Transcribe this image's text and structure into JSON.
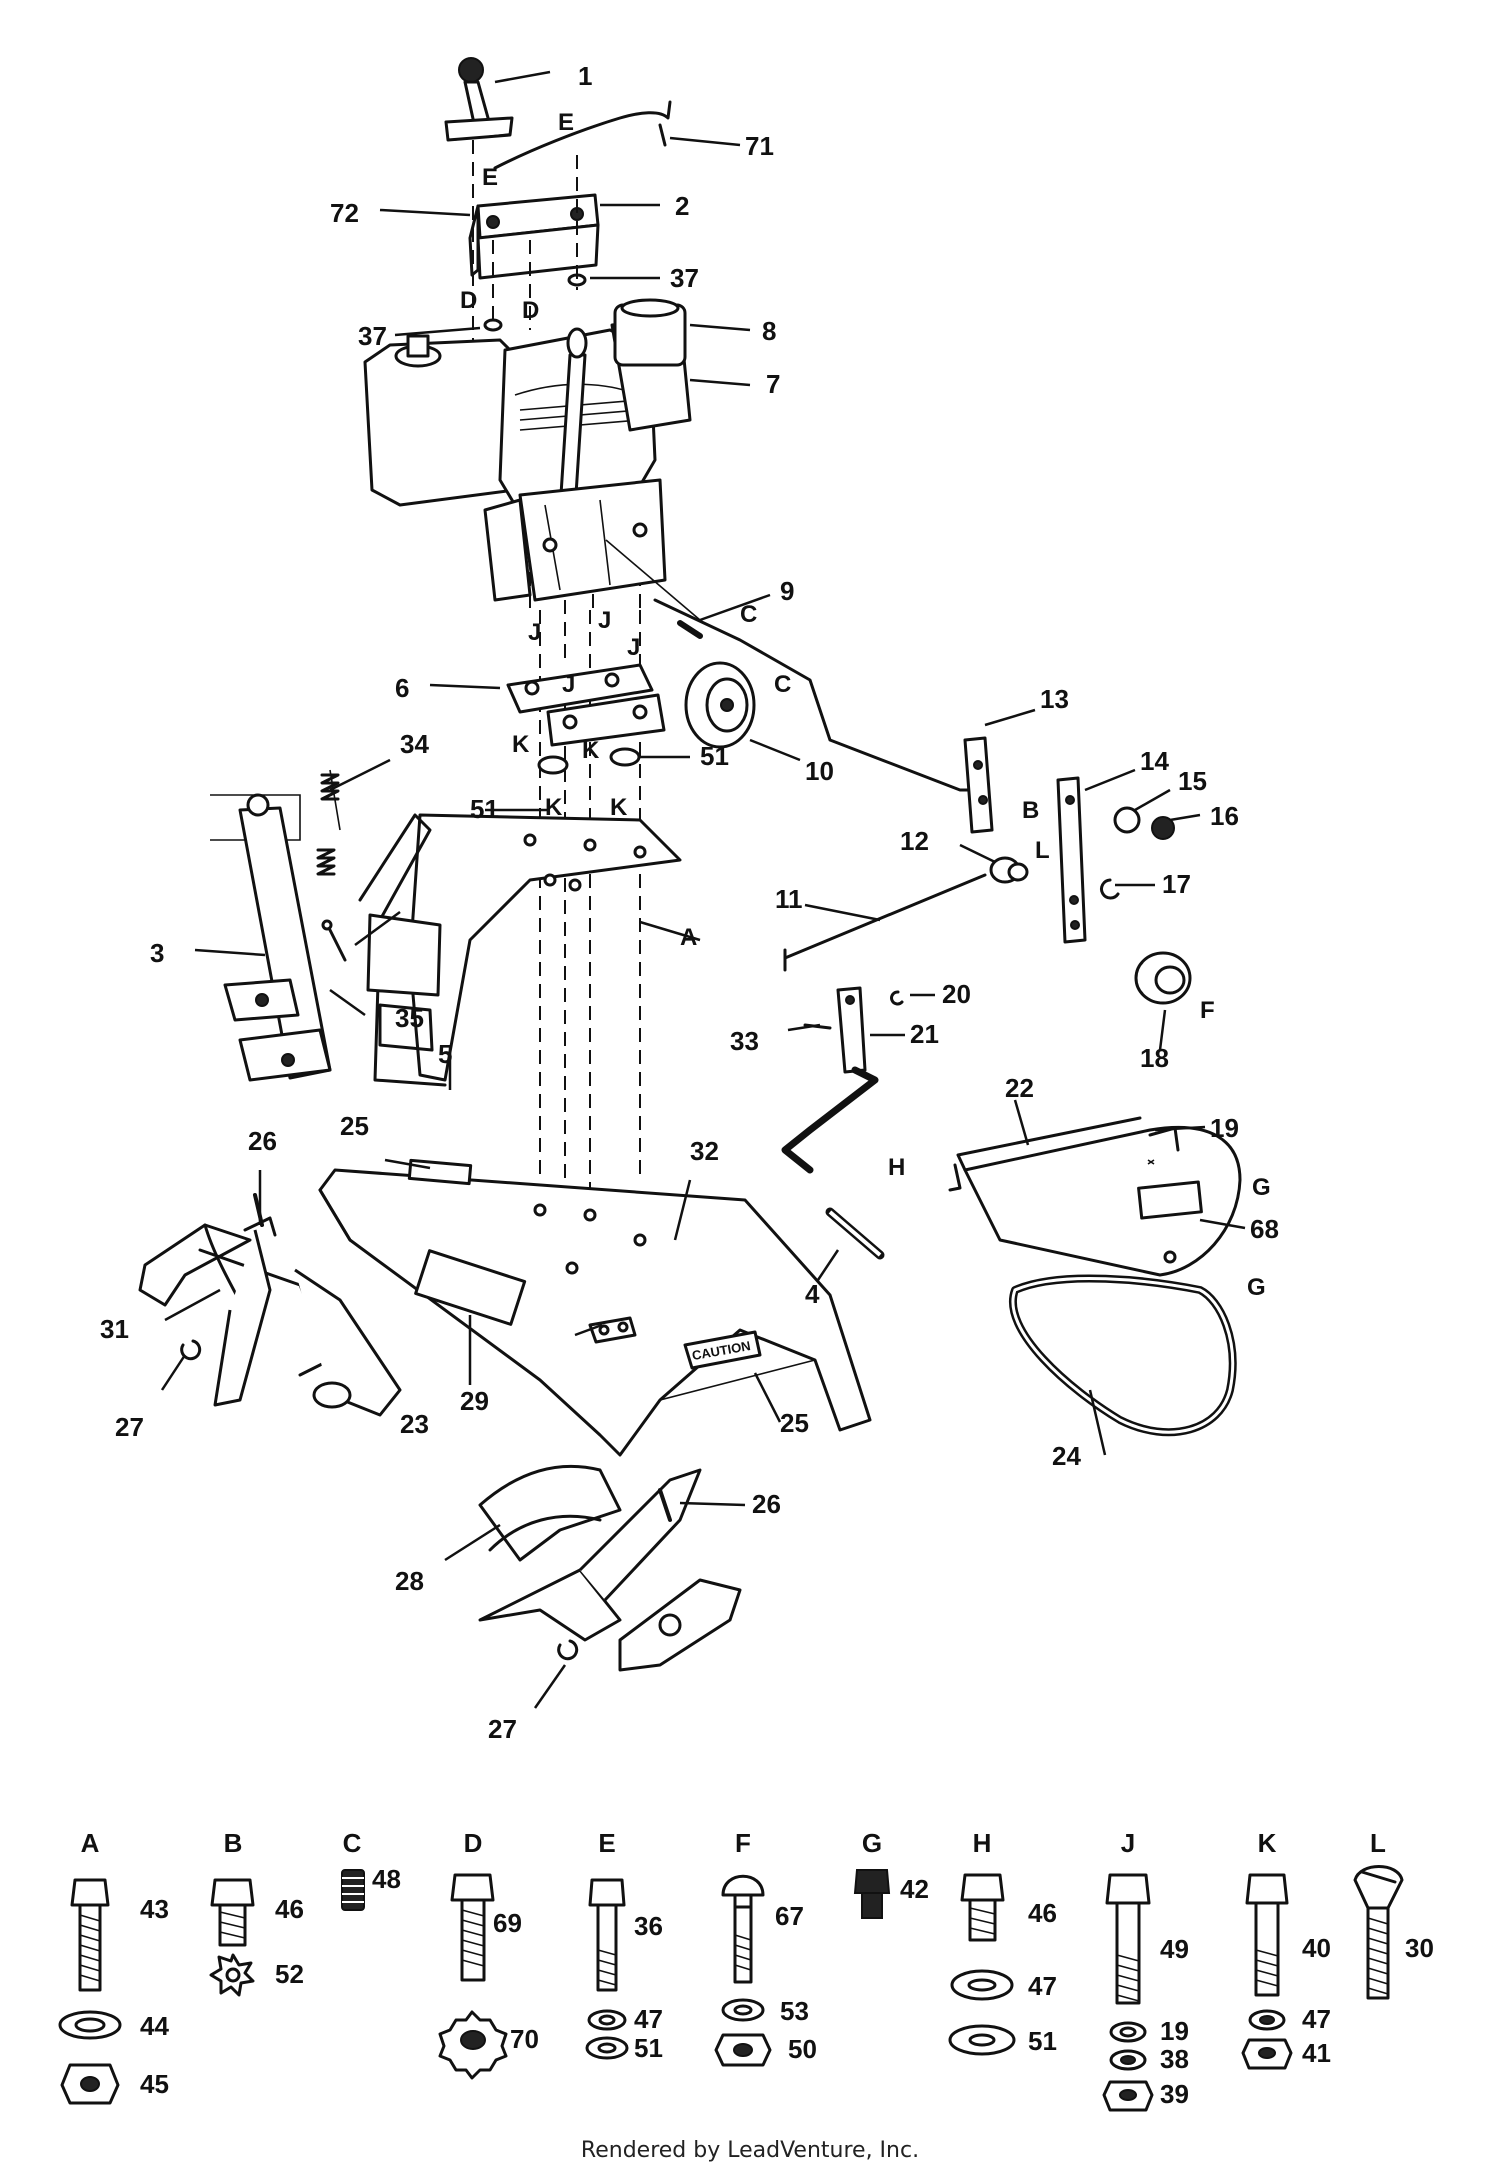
{
  "callouts": {
    "c1": "1",
    "c71": "71",
    "c72": "72",
    "c2": "2",
    "c37a": "37",
    "c37b": "37",
    "c8": "8",
    "c7": "7",
    "c9": "9",
    "c6": "6",
    "c51a": "51",
    "c51b": "51",
    "c10": "10",
    "c34": "34",
    "c13": "13",
    "c14": "14",
    "c15": "15",
    "c16": "16",
    "c12": "12",
    "c17": "17",
    "c11": "11",
    "c3": "3",
    "c35": "35",
    "c5": "5",
    "c20": "20",
    "c33": "33",
    "c21": "21",
    "c18": "18",
    "c25a": "25",
    "c32": "32",
    "c22": "22",
    "c19": "19",
    "c26a": "26",
    "c68": "68",
    "c4": "4",
    "c31": "31",
    "c27a": "27",
    "c23": "23",
    "c29": "29",
    "c25b": "25",
    "c24": "24",
    "c26b": "26",
    "c28": "28",
    "c27b": "27"
  },
  "letters": {
    "E1": "E",
    "E2": "E",
    "D1": "D",
    "D2": "D",
    "C1": "C",
    "C2": "C",
    "J1": "J",
    "J2": "J",
    "J3": "J",
    "J4": "J",
    "K1": "K",
    "K2": "K",
    "K3": "K",
    "K4": "K",
    "A": "A",
    "B": "B",
    "L": "L",
    "F": "F",
    "H": "H",
    "G1": "G",
    "G2": "G"
  },
  "caution_decal": "CAUTION",
  "hardware_key": [
    {
      "letter": "A",
      "parts": [
        "43",
        "44",
        "45"
      ]
    },
    {
      "letter": "B",
      "parts": [
        "46",
        "52"
      ]
    },
    {
      "letter": "C",
      "parts": [
        "48"
      ]
    },
    {
      "letter": "D",
      "parts": [
        "69",
        "70"
      ]
    },
    {
      "letter": "E",
      "parts": [
        "36",
        "47",
        "51"
      ]
    },
    {
      "letter": "F",
      "parts": [
        "67",
        "53",
        "50"
      ]
    },
    {
      "letter": "G",
      "parts": [
        "42"
      ]
    },
    {
      "letter": "H",
      "parts": [
        "46",
        "47",
        "51"
      ]
    },
    {
      "letter": "J",
      "parts": [
        "49",
        "19",
        "38",
        "39"
      ]
    },
    {
      "letter": "K",
      "parts": [
        "40",
        "47",
        "41"
      ]
    },
    {
      "letter": "L",
      "parts": [
        "30"
      ]
    }
  ],
  "footer": "Rendered by LeadVenture, Inc."
}
